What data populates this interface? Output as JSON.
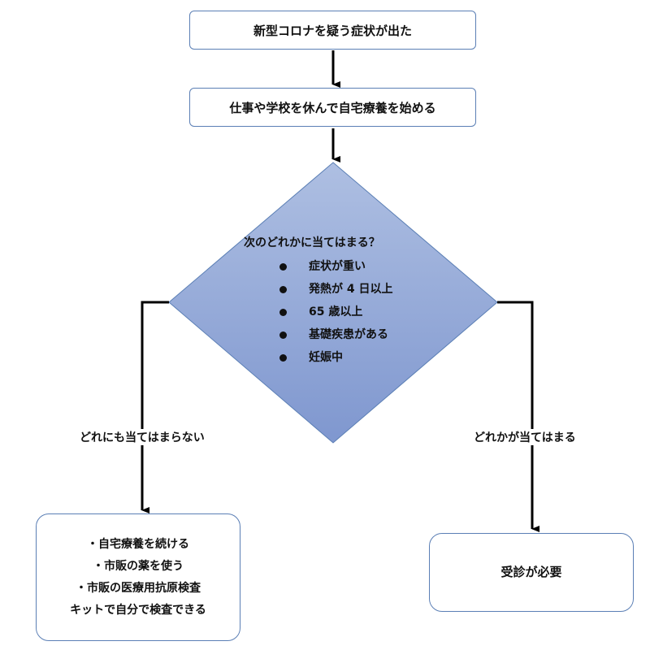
{
  "step1": {
    "label": "新型コロナを疑う症状が出た"
  },
  "step2": {
    "label": "仕事や学校を休んで自宅療養を始める"
  },
  "question": {
    "title": "次のどれかに当てはまる？",
    "conditions": [
      "症状が重い",
      "発熱が 4 日以上",
      "65 歳以上",
      "基礎疾患がある",
      "妊娠中"
    ]
  },
  "branch_no": {
    "label": "どれにも当てはまらない",
    "lines": [
      "・自宅療養を続ける",
      "・市販の薬を使う",
      "・市販の医療用抗原検査",
      "キットで自分で検査できる"
    ]
  },
  "branch_yes": {
    "label": "どれかが当てはまる",
    "result": "受診が必要"
  },
  "colors": {
    "box_border": "#5b7fb5",
    "diamond_top": "#aebfe2",
    "diamond_bottom": "#7f97cf",
    "line": "#000000"
  }
}
